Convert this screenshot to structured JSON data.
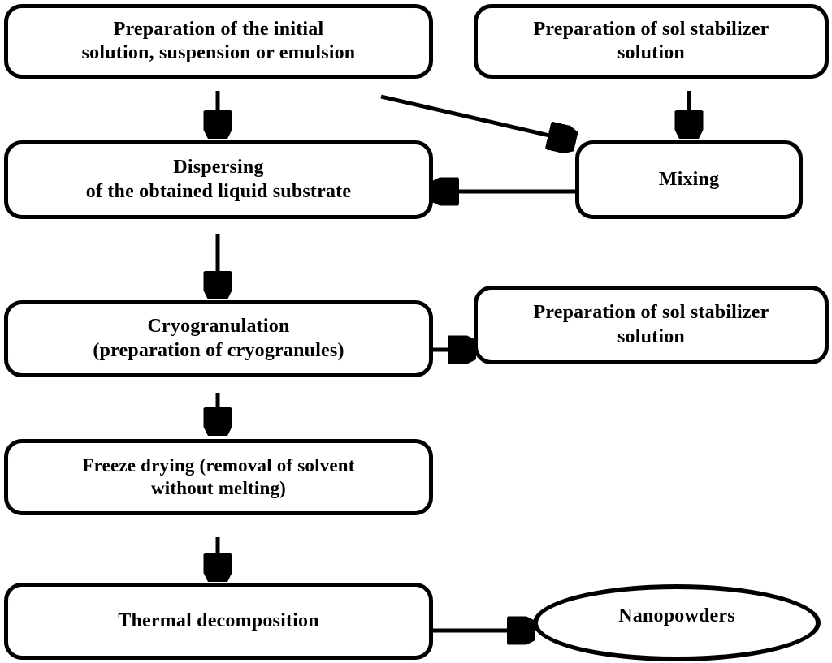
{
  "diagram": {
    "title_present": false,
    "type": "process-flowchart",
    "background_color": "#ffffff",
    "line_color": "#000000",
    "text_color": "#000000",
    "nodes": [
      {
        "id": "initial-solution",
        "label": "Preparation of the initial\nsolution, suspension or emulsion",
        "shape": "rounded-rectangle"
      },
      {
        "id": "sol-stabilizer-top",
        "label": "Preparation of sol stabilizer\nsolution",
        "shape": "rounded-rectangle"
      },
      {
        "id": "dispersing",
        "label": "Dispersing\nof the obtained liquid substrate",
        "shape": "rounded-rectangle"
      },
      {
        "id": "mixing",
        "label": "Mixing",
        "shape": "rounded-rectangle"
      },
      {
        "id": "cryogranulation",
        "label": "Cryogranulation\n(preparation of cryogranules)",
        "shape": "rounded-rectangle"
      },
      {
        "id": "sol-stabilizer-mid",
        "label": "Preparation of sol stabilizer\nsolution",
        "shape": "rounded-rectangle"
      },
      {
        "id": "freeze-drying",
        "label": "Freeze drying (removal of solvent\nwithout melting)",
        "shape": "rounded-rectangle"
      },
      {
        "id": "thermal-decomposition",
        "label": "Thermal decomposition",
        "shape": "rounded-rectangle"
      },
      {
        "id": "nanopowders",
        "label": "Nanopowders",
        "shape": "ellipse"
      }
    ],
    "edges": [
      {
        "id": "e1",
        "from": "initial-solution",
        "to": "dispersing",
        "direction": "down"
      },
      {
        "id": "e2",
        "from": "sol-stabilizer-top",
        "to": "mixing",
        "direction": "down"
      },
      {
        "id": "e3",
        "from": "initial-solution",
        "to": "mixing",
        "direction": "diagonal-down-right"
      },
      {
        "id": "e4",
        "from": "mixing",
        "to": "dispersing",
        "direction": "left"
      },
      {
        "id": "e5",
        "from": "dispersing",
        "to": "cryogranulation",
        "direction": "down"
      },
      {
        "id": "e6",
        "from": "cryogranulation",
        "to": "sol-stabilizer-mid",
        "direction": "right"
      },
      {
        "id": "e7",
        "from": "cryogranulation",
        "to": "freeze-drying",
        "direction": "down"
      },
      {
        "id": "e8",
        "from": "freeze-drying",
        "to": "thermal-decomposition",
        "direction": "down"
      },
      {
        "id": "e9",
        "from": "thermal-decomposition",
        "to": "nanopowders",
        "direction": "right"
      }
    ]
  }
}
